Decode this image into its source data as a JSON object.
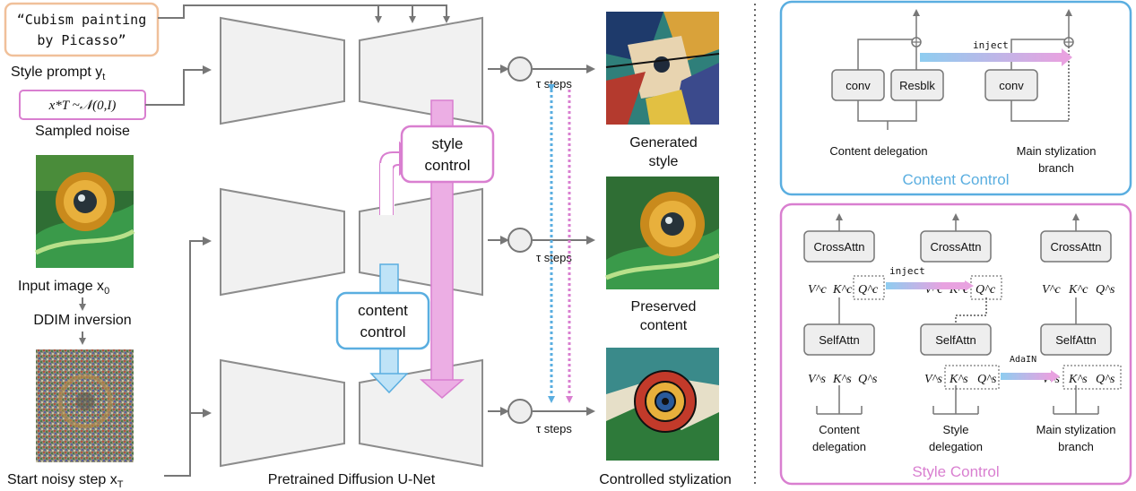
{
  "left": {
    "style_prompt_text": [
      "“Cubism painting",
      "by Picasso”"
    ],
    "style_prompt_label": "Style prompt y",
    "style_prompt_sub": "t",
    "noise_formula": "x*T ~𝒩(0,I)",
    "noise_label": "Sampled noise",
    "input_label": "Input image x",
    "input_sub": "0",
    "ddim_label": "DDIM inversion",
    "start_label": "Start noisy step x",
    "start_sub": "T"
  },
  "center": {
    "unet_label": "Pretrained Diffusion U-Net",
    "style_control": [
      "style",
      "control"
    ],
    "content_control": [
      "content",
      "control"
    ],
    "tau_steps": "τ  steps"
  },
  "outputs": {
    "generated": [
      "Generated",
      "style"
    ],
    "preserved": [
      "Preserved",
      "content"
    ],
    "controlled": "Controlled stylization"
  },
  "content_panel": {
    "title": "Content Control",
    "conv1": "conv",
    "resblk": "Resblk",
    "conv2": "conv",
    "inject": "inject",
    "left_caption": "Content delegation",
    "right_caption": [
      "Main stylization",
      "branch"
    ]
  },
  "style_panel": {
    "title": "Style Control",
    "cross": [
      "CrossAttn",
      "CrossAttn",
      "CrossAttn"
    ],
    "self": [
      "SelfAttn",
      "SelfAttn",
      "SelfAttn"
    ],
    "inject": "inject",
    "adain": "AdaIN",
    "row_top": [
      [
        "V^c",
        "K^c",
        "Q^c"
      ],
      [
        "V^c",
        "K^c",
        "Q^c"
      ],
      [
        "V^c",
        "K^c",
        "Q^s"
      ]
    ],
    "row_bottom": [
      [
        "V^s",
        "K^s",
        "Q^s"
      ],
      [
        "V^s",
        "K^s",
        "Q^s"
      ],
      [
        "V^s",
        "K^s",
        "Q^s"
      ]
    ],
    "captions": [
      [
        "Content",
        "delegation"
      ],
      [
        "Style",
        "delegation"
      ],
      [
        "Main stylization",
        "branch"
      ]
    ]
  },
  "colors": {
    "blue": "#5aaee0",
    "pink": "#d97fd0",
    "peach": "#f0c09a",
    "gray": "#7a7a7a"
  }
}
